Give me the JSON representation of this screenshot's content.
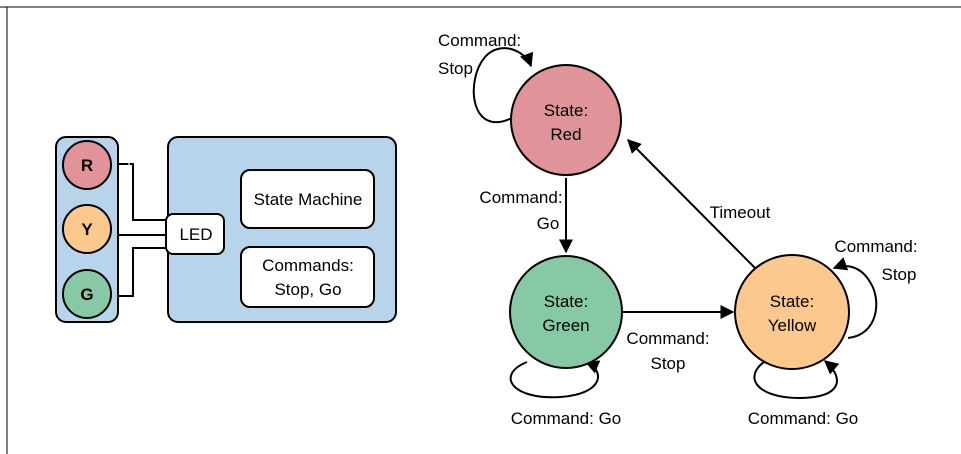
{
  "hardware": {
    "lights": [
      {
        "letter": "R",
        "color": "#e0949a"
      },
      {
        "letter": "Y",
        "color": "#fbc98d"
      },
      {
        "letter": "G",
        "color": "#86c9a4"
      }
    ],
    "led_label": "LED",
    "state_machine_label": "State Machine",
    "commands_line1": "Commands:",
    "commands_line2": "Stop, Go",
    "panel_color": "#b8d4ea"
  },
  "states": {
    "red": {
      "line1": "State:",
      "line2": "Red",
      "color": "#e0949a"
    },
    "green": {
      "line1": "State:",
      "line2": "Green",
      "color": "#86c9a4"
    },
    "yellow": {
      "line1": "State:",
      "line2": "Yellow",
      "color": "#fbc98d"
    }
  },
  "transitions": {
    "red_self_l1": "Command:",
    "red_self_l2": "Stop",
    "red_green_l1": "Command:",
    "red_green_l2": "Go",
    "yellow_red": "Timeout",
    "green_yellow_l1": "Command:",
    "green_yellow_l2": "Stop",
    "green_self": "Command: Go",
    "yellow_self_bottom": "Command: Go",
    "yellow_self_right_l1": "Command:",
    "yellow_self_right_l2": "Stop"
  }
}
